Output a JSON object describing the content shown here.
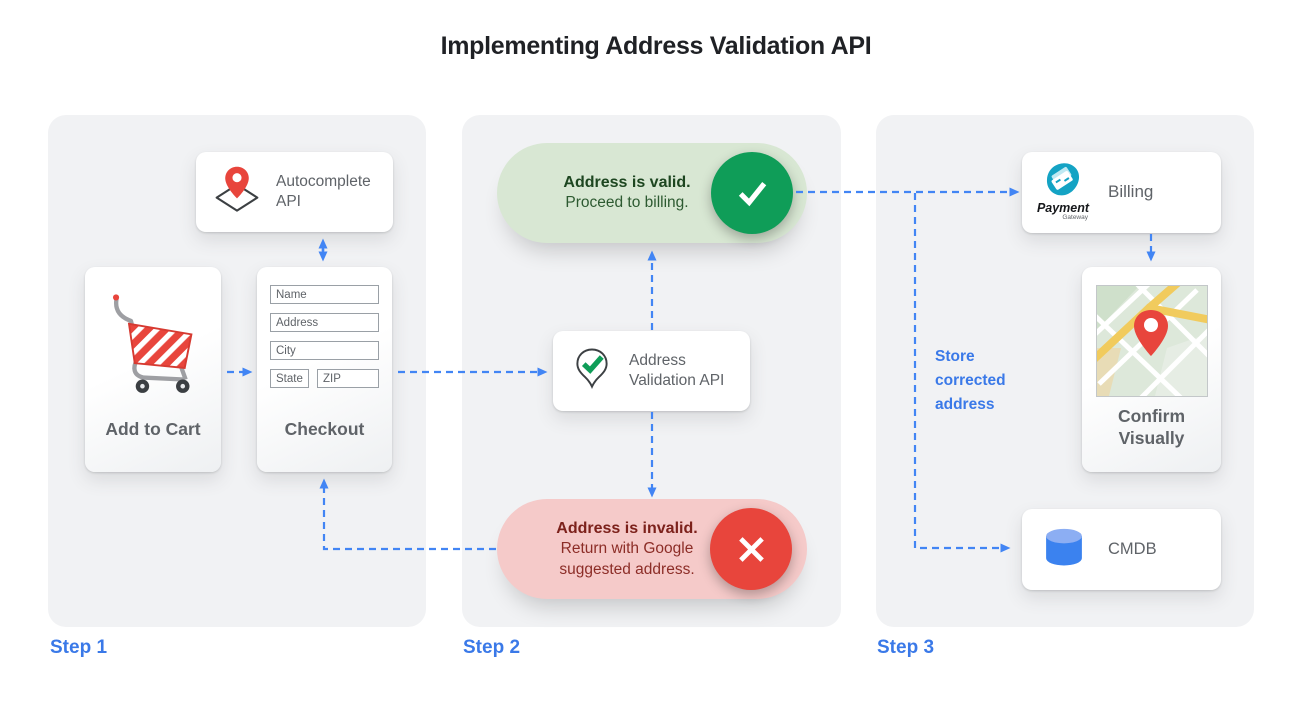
{
  "title": "Implementing Address Validation API",
  "steps": {
    "step1": "Step 1",
    "step2": "Step 2",
    "step3": "Step 3"
  },
  "step1": {
    "autocomplete_api": {
      "label": "Autocomplete API"
    },
    "add_to_cart": {
      "label": "Add to Cart"
    },
    "checkout": {
      "label": "Checkout",
      "fields": {
        "name": "Name",
        "address": "Address",
        "city": "City",
        "state": "State",
        "zip": "ZIP"
      }
    }
  },
  "step2": {
    "valid": {
      "title": "Address is valid.",
      "subtitle": "Proceed to billing."
    },
    "validation_api": {
      "label": "Address Validation API"
    },
    "invalid": {
      "title": "Address is invalid.",
      "subtitle": "Return with Google suggested address."
    }
  },
  "step3": {
    "billing": {
      "label": "Billing",
      "logo_title": "Payment",
      "logo_subtitle": "Gateway"
    },
    "confirm": {
      "label": "Confirm Visually"
    },
    "cmdb": {
      "label": "CMDB"
    },
    "store_note": "Store corrected address"
  },
  "connections": [
    {
      "from": "add-to-cart",
      "to": "checkout"
    },
    {
      "from": "checkout",
      "to": "autocomplete-api",
      "bidirectional": true
    },
    {
      "from": "checkout",
      "to": "address-validation-api"
    },
    {
      "from": "address-validation-api",
      "to": "address-valid"
    },
    {
      "from": "address-validation-api",
      "to": "address-invalid"
    },
    {
      "from": "address-invalid",
      "to": "checkout"
    },
    {
      "from": "address-valid",
      "to": "billing"
    },
    {
      "from": "address-valid",
      "to": "cmdb",
      "label": "Store corrected address"
    },
    {
      "from": "billing",
      "to": "confirm-visually"
    }
  ],
  "colors": {
    "arrow_blue": "#4285f4",
    "step_label_blue": "#3a79e8",
    "panel_gray": "#f1f2f4",
    "valid_pill_bg": "#d8e7d3",
    "valid_circle": "#0f9d58",
    "valid_text": "#1d4620",
    "invalid_pill_bg": "#f5cac9",
    "invalid_circle": "#e8453c",
    "invalid_text": "#7c211b",
    "card_text_gray": "#5f6368",
    "cmdb_blue": "#3b82ef",
    "payment_teal": "#14a3c4"
  }
}
